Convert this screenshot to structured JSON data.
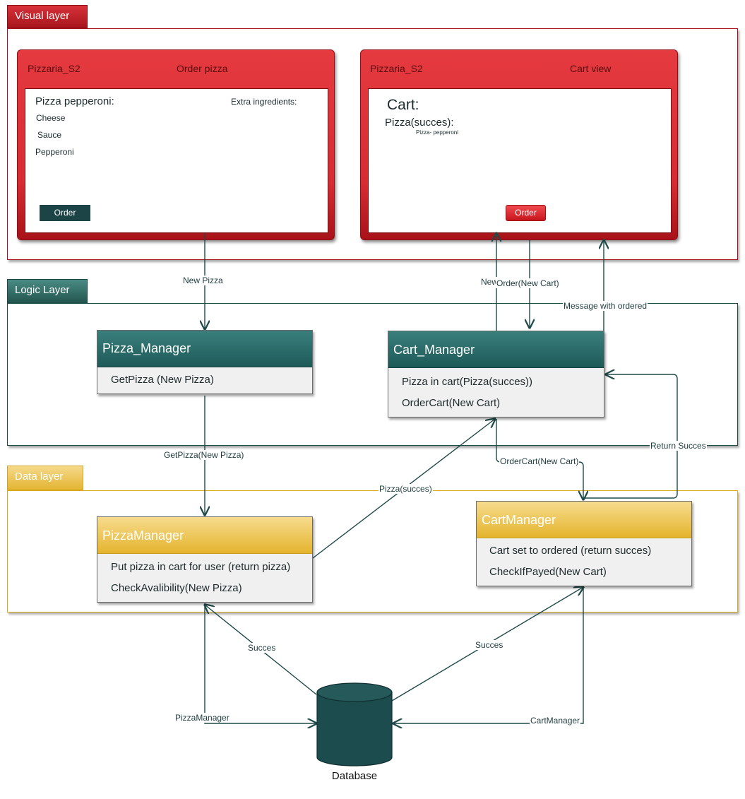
{
  "layers": {
    "visual": "Visual layer",
    "logic": "Logic Layer",
    "data": "Data layer"
  },
  "windows": {
    "order": {
      "app": "Pizzaria_S2",
      "title": "Order pizza",
      "heading": "Pizza pepperoni:",
      "extra": "Extra ingredients:",
      "ingredients": [
        "Cheese",
        "Sauce",
        "Pepperoni"
      ],
      "button": "Order"
    },
    "cart": {
      "app": "Pizzaria_S2",
      "title": "Cart view",
      "heading": "Cart:",
      "item": "Pizza(succes):",
      "subitem": "Pizza- pepperoni",
      "button": "Order"
    }
  },
  "components": {
    "pizza_manager_logic": {
      "name": "Pizza_Manager",
      "ops": [
        "GetPizza (New Pizza)"
      ]
    },
    "cart_manager_logic": {
      "name": "Cart_Manager",
      "ops": [
        "Pizza in cart(Pizza(succes))",
        "OrderCart(New Cart)"
      ]
    },
    "pizza_manager_data": {
      "name": "PizzaManager",
      "ops": [
        "Put pizza in cart for user (return pizza)",
        "CheckAvalibility(New Pizza)"
      ]
    },
    "cart_manager_data": {
      "name": "CartManager",
      "ops": [
        "Cart set to ordered (return succes)",
        "CheckIfPayed(New Cart)"
      ]
    }
  },
  "database": "Database",
  "labels": {
    "new_pizza": "New Pizza",
    "new": "New",
    "order_new_cart": "Order(New Cart)",
    "message_ordered": "Message with ordered",
    "get_pizza": "GetPizza(New Pizza)",
    "pizza_succes": "Pizza(succes)",
    "ordercart_new_cart": "OrderCart(New Cart)",
    "return_succes": "Return Succes",
    "succes_left": "Succes",
    "succes_right": "Succes",
    "pizzamanager": "PizzaManager",
    "cartmanager": "CartManager"
  },
  "colors": {
    "visual": "#d62c32",
    "logic": "#1f5a58",
    "data": "#e4b42d",
    "arrow": "#1e4a48"
  }
}
